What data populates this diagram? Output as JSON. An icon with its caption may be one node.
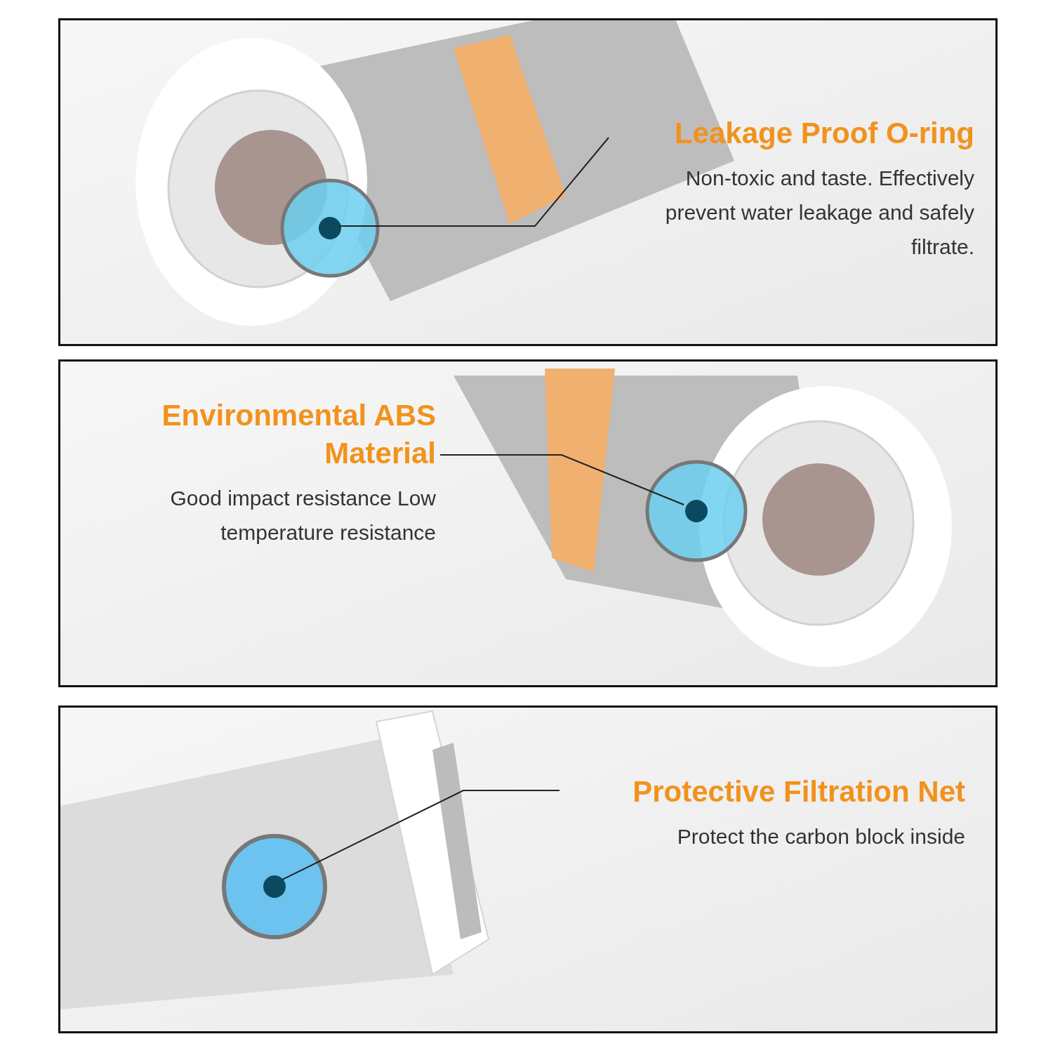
{
  "diagram": {
    "nodes": [
      {
        "text": [],
        "shape": "box"
      },
      {
        "text": [
          "Leakage Proof O-ring",
          "Non-toxic and taste. Effectively prevent water leakage and safely filtrate."
        ],
        "in": 0
      },
      {
        "text": [],
        "shape": "circle",
        "in": 0
      },
      {
        "text": [],
        "shape": "box"
      },
      {
        "text": [
          "Environmental ABS Material",
          "Good impact resistance Low temperature resistance"
        ],
        "in": 3
      },
      {
        "text": [],
        "shape": "circle",
        "in": 3
      },
      {
        "text": [],
        "shape": "box"
      },
      {
        "text": [
          "Protective Filtration Net",
          "Protect the carbon block inside"
        ],
        "in": 6
      },
      {
        "text": [],
        "shape": "circle",
        "in": 6
      }
    ],
    "edges": [
      {
        "from": 1,
        "to": 2,
        "arrow": "none"
      },
      {
        "from": 4,
        "to": 5,
        "arrow": "none"
      },
      {
        "from": 7,
        "to": 8,
        "arrow": "none"
      }
    ]
  }
}
